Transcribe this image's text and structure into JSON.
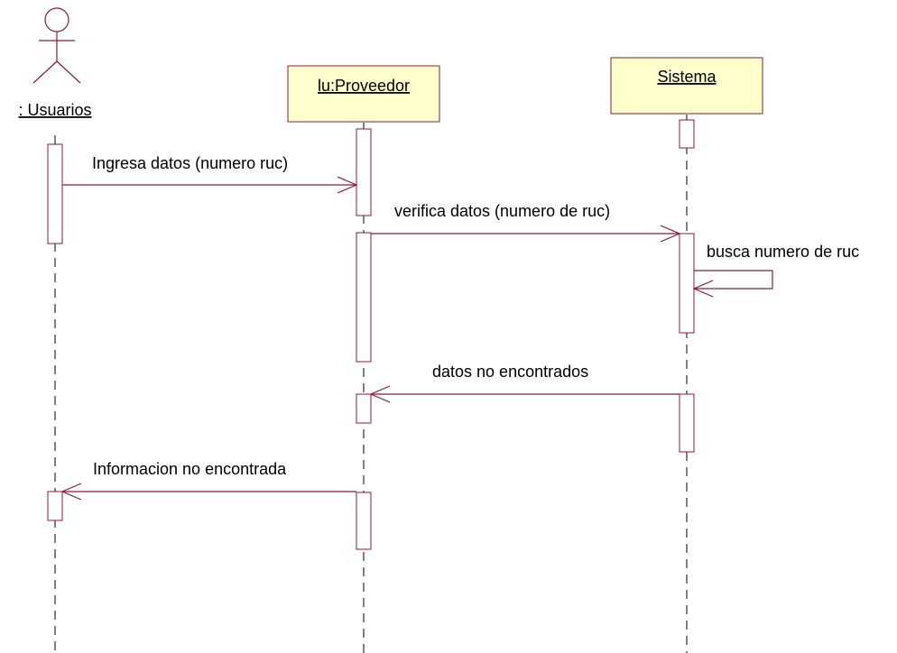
{
  "diagram": {
    "colors": {
      "line": "#8b1a3a",
      "object_fill": "#ffffcc",
      "lifeline": "#000000"
    },
    "actor": {
      "label": ": Usuarios",
      "icon": "stick-figure-actor-icon"
    },
    "objects": [
      {
        "id": "proveedor",
        "label": "lu:Proveedor"
      },
      {
        "id": "sistema",
        "label": "Sistema"
      }
    ],
    "messages": [
      {
        "from": "Usuarios",
        "to": "lu:Proveedor",
        "label": "Ingresa datos (numero ruc)"
      },
      {
        "from": "lu:Proveedor",
        "to": "Sistema",
        "label": "verifica datos (numero de ruc)"
      },
      {
        "from": "Sistema",
        "to": "Sistema",
        "label": "busca numero de ruc"
      },
      {
        "from": "Sistema",
        "to": "lu:Proveedor",
        "label": "datos no encontrados"
      },
      {
        "from": "lu:Proveedor",
        "to": "Usuarios",
        "label": "Informacion no encontrada"
      }
    ]
  }
}
